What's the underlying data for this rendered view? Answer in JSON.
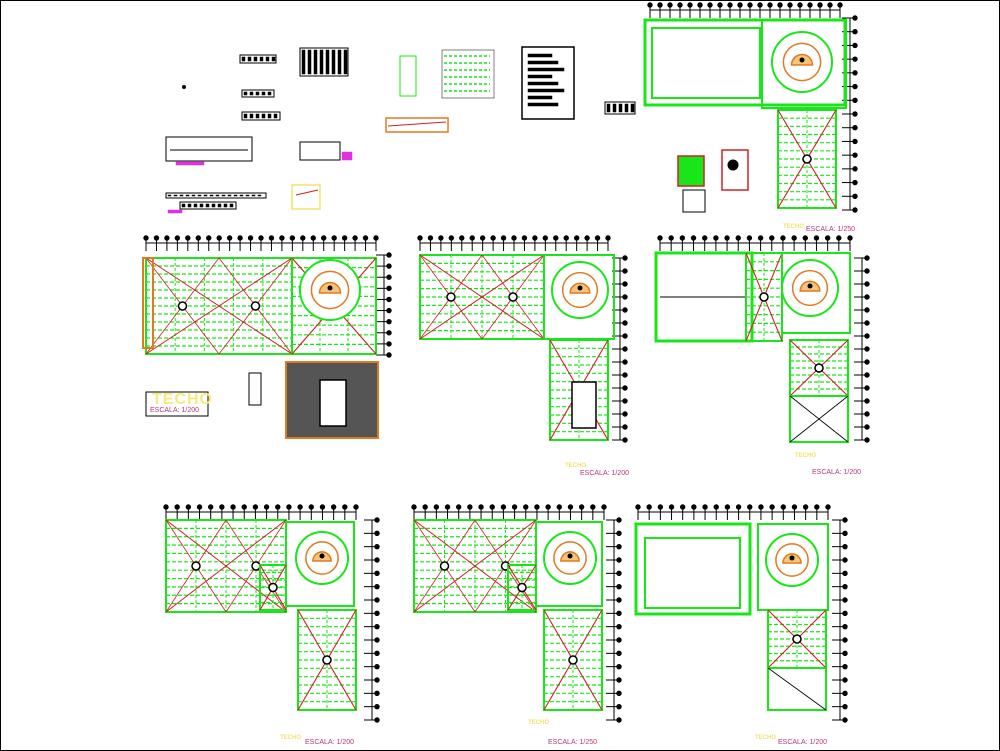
{
  "labels": {
    "scale_1_200": "ESCALA: 1/200",
    "scale_1_250": "ESCALA: 1/250",
    "title_techo": "TECHO",
    "sheet_title": "TECHO"
  },
  "colors": {
    "green": "#19e619",
    "red": "#d22020",
    "black": "#000000",
    "magenta": "#e030e0",
    "yellow": "#f2e36a",
    "orange": "#e07a20",
    "grey": "#555555"
  }
}
